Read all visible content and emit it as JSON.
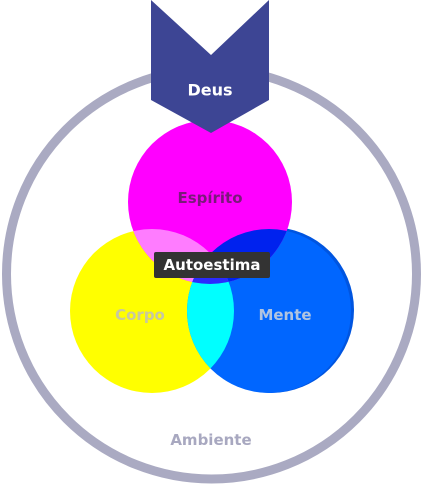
{
  "diagram": {
    "top_label": "Deus",
    "spirit_label": "Espírito",
    "center_label": "Autoestima",
    "body_label": "Corpo",
    "mind_label": "Mente",
    "environment_label": "Ambiente"
  },
  "colors": {
    "environment_ring": "#aaaac2",
    "environment_text": "#a8a8c0",
    "deus_banner": "#3d4594",
    "spirit_circle": "#ff00ff",
    "body_circle": "#ffff00",
    "mind_circle": "#0066ff",
    "mind_shadow": "#0055e0",
    "spirit_body_overlap": "#ff7cff",
    "body_mind_overlap": "#00ffff",
    "spirit_mind_overlap": "#0022ee",
    "center_overlap": "#2b2bff",
    "center_badge": "#333333",
    "spirit_text": "#7a1a7a",
    "body_text": "#c8c8a0",
    "mind_text": "#b0c4e0",
    "white_text": "#ffffff"
  }
}
